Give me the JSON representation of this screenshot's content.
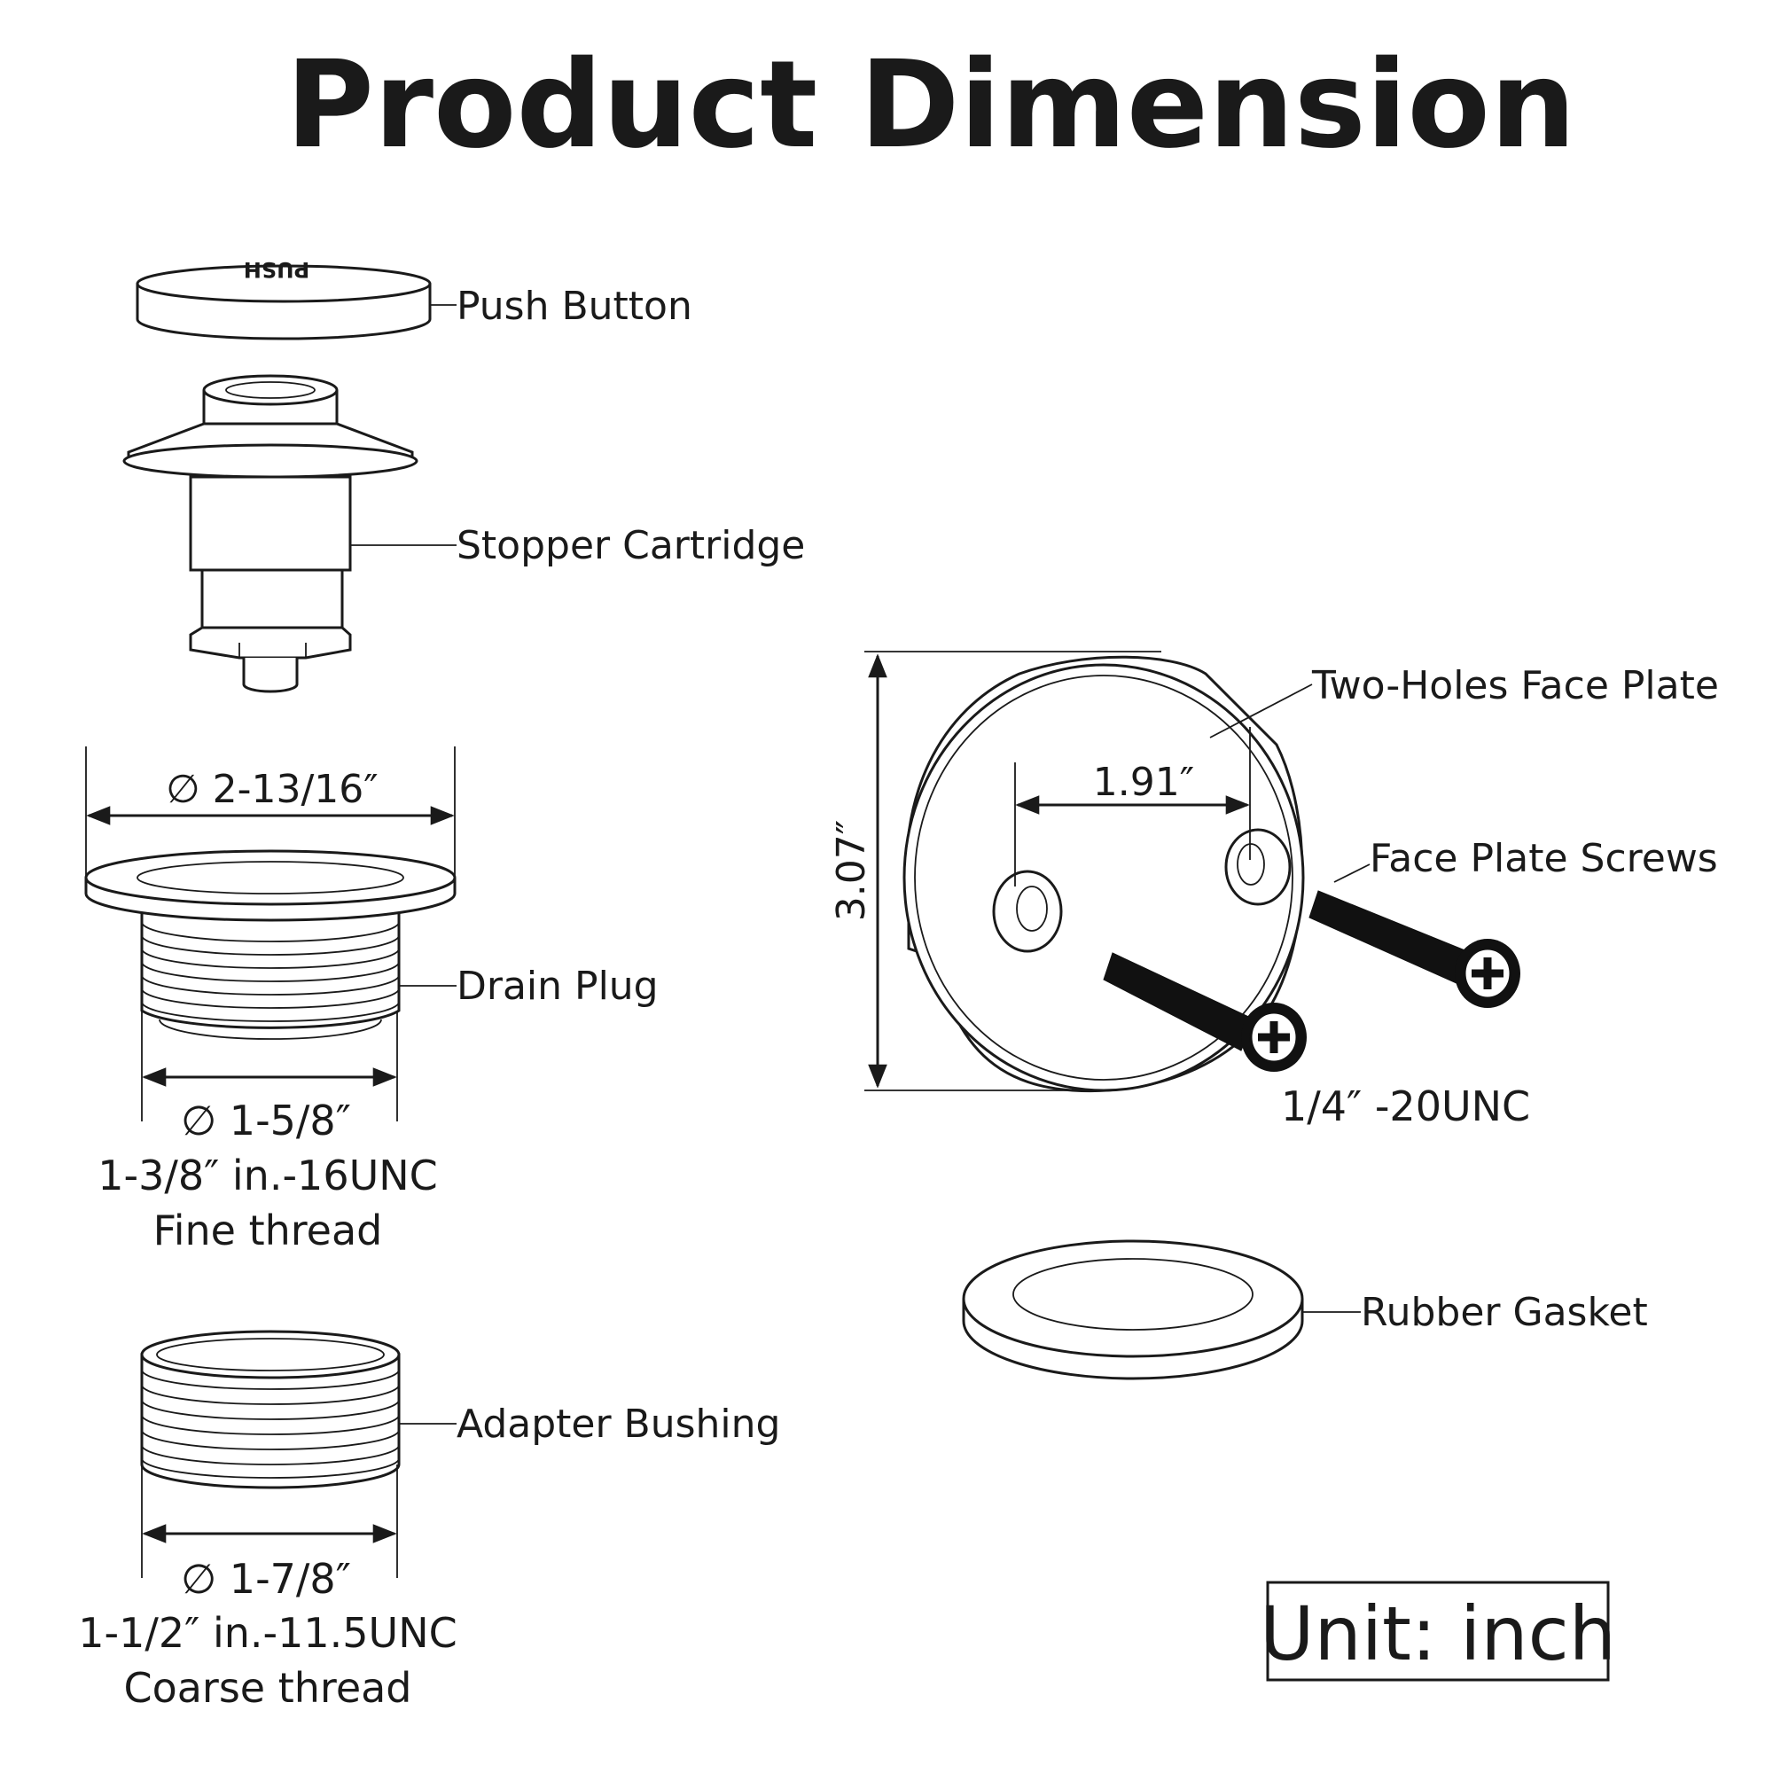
{
  "title": "Product Dimension",
  "push_button_text": "PUSH",
  "labels": {
    "push_button": "Push Button",
    "stopper_cartridge": "Stopper Cartridge",
    "drain_plug": "Drain Plug",
    "adapter_bushing": "Adapter Bushing",
    "face_plate": "Two-Holes Face Plate",
    "face_plate_screws": "Face Plate Screws",
    "rubber_gasket": "Rubber Gasket"
  },
  "dimensions": {
    "drain_plug_flange": "∅ 2-13/16″",
    "drain_plug_thread_dia": "∅ 1-5/8″",
    "drain_plug_thread_spec": "1-3/8″ in.-16UNC",
    "drain_plug_thread_type": "Fine thread",
    "bushing_dia": "∅ 1-7/8″",
    "bushing_thread_spec": "1-1/2″ in.-11.5UNC",
    "bushing_thread_type": "Coarse thread",
    "face_plate_hole_spacing": "1.91″",
    "face_plate_height": "3.07″",
    "screw_spec": "1/4″ -20UNC"
  },
  "unit_label": "Unit: inch"
}
